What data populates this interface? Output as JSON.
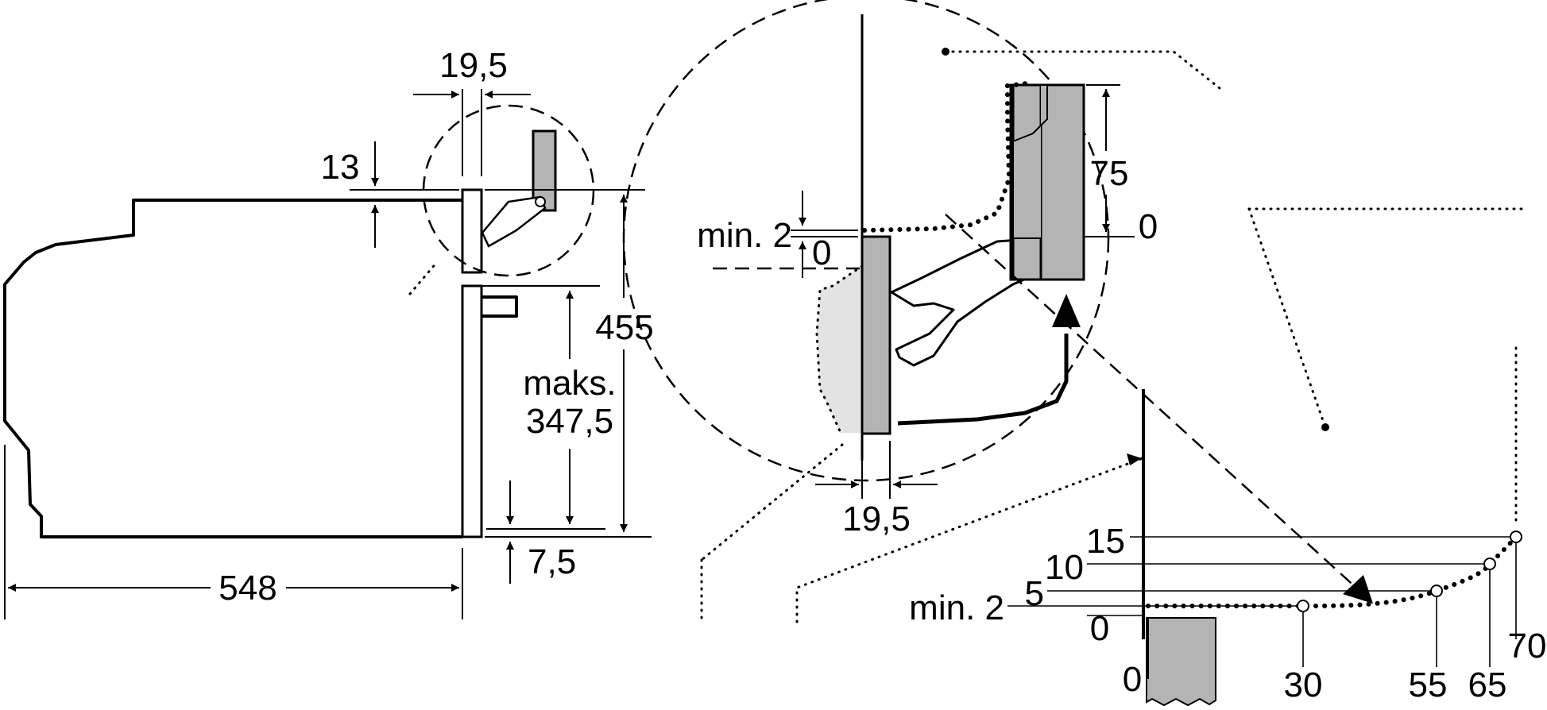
{
  "left_view": {
    "depth_label": "548",
    "height_label": "455",
    "max_label_line1": "maks.",
    "max_label_line2": "347,5",
    "top_gap_label": "13",
    "bottom_gap_label": "7,5",
    "door_gap_label": "19,5"
  },
  "detail_view": {
    "min_gap_label": "min. 2",
    "zero_label_left": "0",
    "zero_label_right": "0",
    "travel_label": "75",
    "door_gap_label": "19,5"
  },
  "graph": {
    "y_ticks": [
      "15",
      "10",
      "5",
      "min. 2",
      "0"
    ],
    "x_ticks": [
      "0",
      "30",
      "55",
      "65",
      "70"
    ]
  },
  "colors": {
    "part_fill": "#b4b4b4",
    "furniture_fill": "#e3e3e3",
    "line": "#000000"
  }
}
